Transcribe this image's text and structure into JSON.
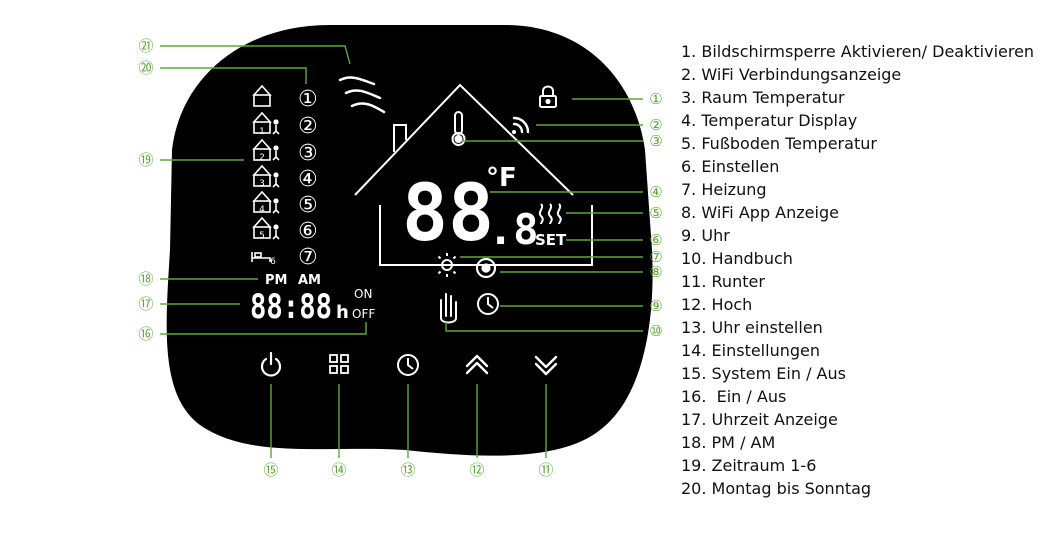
{
  "device": {
    "colors": {
      "panel": "#000000",
      "display": "#ffffff",
      "callout": "#5fa83a"
    },
    "week_days": [
      "①",
      "②",
      "③",
      "④",
      "⑤",
      "⑥",
      "⑦"
    ],
    "period_labels": [
      "1",
      "2",
      "3",
      "4",
      "5",
      "6"
    ],
    "ampm": {
      "pm": "PM",
      "am": "AM"
    },
    "clock_digits": "88:88",
    "clock_unit": "h",
    "on_label": "ON",
    "off_label": "OFF",
    "temp_digits": "88",
    "temp_decimal": ".8",
    "temp_unit": "°F",
    "set_label": "SET",
    "buttons": [
      {
        "id": "power",
        "icon": "power-icon"
      },
      {
        "id": "menu",
        "icon": "grid-icon"
      },
      {
        "id": "clock",
        "icon": "clock-icon"
      },
      {
        "id": "up",
        "icon": "chevron-up-icon"
      },
      {
        "id": "down",
        "icon": "chevron-down-icon"
      }
    ]
  },
  "callouts": {
    "n1": "①",
    "n2": "②",
    "n3": "③",
    "n4": "④",
    "n5": "⑤",
    "n6": "⑥",
    "n7": "⑦",
    "n8": "⑧",
    "n9": "⑨",
    "n10": "⑩",
    "n11": "⑪",
    "n12": "⑫",
    "n13": "⑬",
    "n14": "⑭",
    "n15": "⑮",
    "n16": "⑯",
    "n17": "⑰",
    "n18": "⑱",
    "n19": "⑲",
    "n20": "⑳",
    "n21": "㉑"
  },
  "legend": [
    "1. Bildschirmsperre Aktivieren/ Deaktivieren",
    "2. WiFi Verbindungsanzeige",
    "3. Raum Temperatur",
    "4. Temperatur Display",
    "5. Fußboden Temperatur",
    "6. Einstellen",
    "7. Heizung",
    "8. WiFi App Anzeige",
    "9. Uhr",
    "10. Handbuch",
    "11. Runter",
    "12. Hoch",
    "13. Uhr einstellen",
    "14. Einstellungen",
    "15. System Ein / Aus",
    "16.  Ein / Aus",
    "17. Uhrzeit Anzeige",
    "18. PM / AM",
    "19. Zeitraum 1-6",
    "20. Montag bis Sonntag"
  ]
}
